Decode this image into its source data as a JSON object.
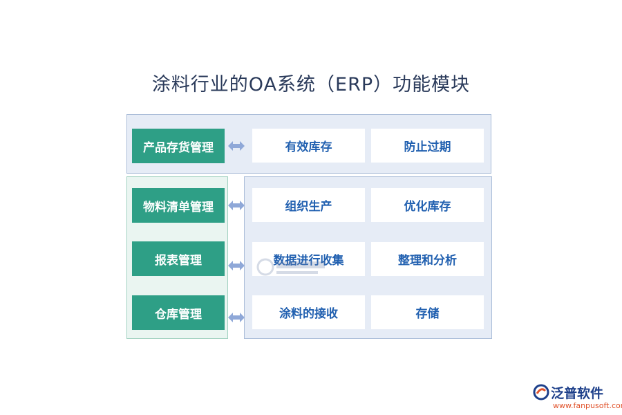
{
  "title": "涂料行业的OA系统（ERP）功能模块",
  "modules": [
    {
      "name": "产品存货管理",
      "functions": [
        "有效库存",
        "防止过期"
      ]
    },
    {
      "name": "物料清单管理",
      "functions": [
        "组织生产",
        "优化库存"
      ]
    },
    {
      "name": "报表管理",
      "functions": [
        "数据进行收集",
        "整理和分析"
      ]
    },
    {
      "name": "仓库管理",
      "functions": [
        "涂料的接收",
        "存储"
      ]
    }
  ],
  "colors": {
    "module_bg": "#2e9f86",
    "function_text": "#2160b0",
    "panel_bg": "#e6ecf6",
    "arrow": "#8fa8d8"
  },
  "brand": {
    "name": "泛普软件",
    "url": "www.fanpusoft.com"
  }
}
